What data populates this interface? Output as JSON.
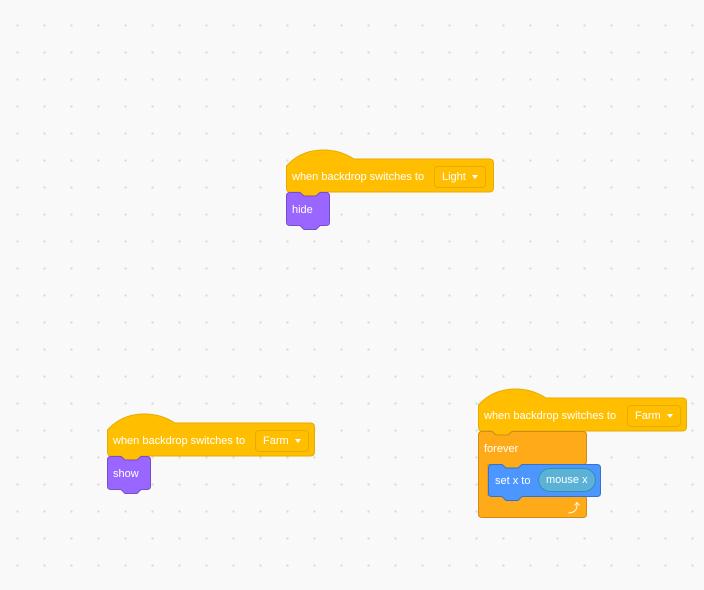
{
  "colors": {
    "events": "#ffbf00",
    "events_border": "#e6ac00",
    "looks": "#9966ff",
    "looks_border": "#774dcb",
    "control": "#ffab19",
    "control_border": "#cf8b17",
    "motion": "#4c97ff",
    "motion_border": "#3373cc",
    "sensing": "#5cb1d6"
  },
  "scripts": [
    {
      "hat": {
        "label": "when backdrop switches to",
        "backdrop": "Light"
      },
      "action": {
        "label": "hide"
      }
    },
    {
      "hat": {
        "label": "when backdrop switches to",
        "backdrop": "Farm"
      },
      "action": {
        "label": "show"
      }
    },
    {
      "hat": {
        "label": "when backdrop switches to",
        "backdrop": "Farm"
      },
      "loop": {
        "label": "forever",
        "repeat_icon": "loop-arrow-icon"
      },
      "inner": {
        "label": "set x to",
        "reporter": "mouse x"
      }
    }
  ]
}
